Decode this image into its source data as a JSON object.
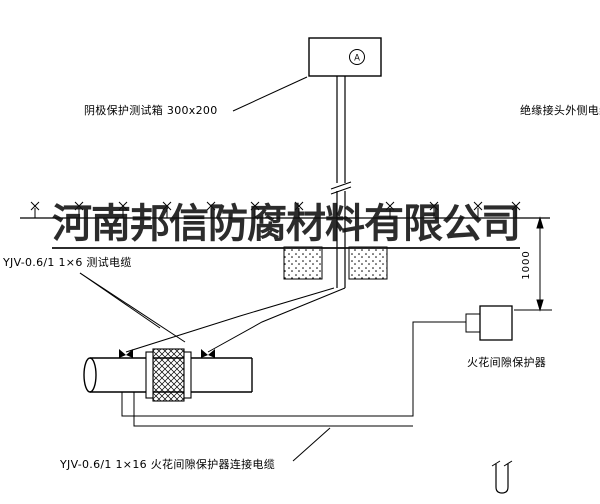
{
  "labels": {
    "test_box": "阴极保护测试箱 300x200",
    "outer_cable": "绝缘接头外侧电缆",
    "test_cable": "YJV-0.6/1  1×6  测试电缆",
    "spark_gap": "火花间隙保护器",
    "connection_cable": "YJV-0.6/1  1×16  火花间隙保护器连接电缆",
    "dimension": "1000",
    "ammeter": "A"
  },
  "watermark": {
    "text": "河南邦信防腐材料有限公司"
  },
  "colors": {
    "line": "#000000",
    "background": "#ffffff",
    "watermark": "#0f0f0f"
  }
}
